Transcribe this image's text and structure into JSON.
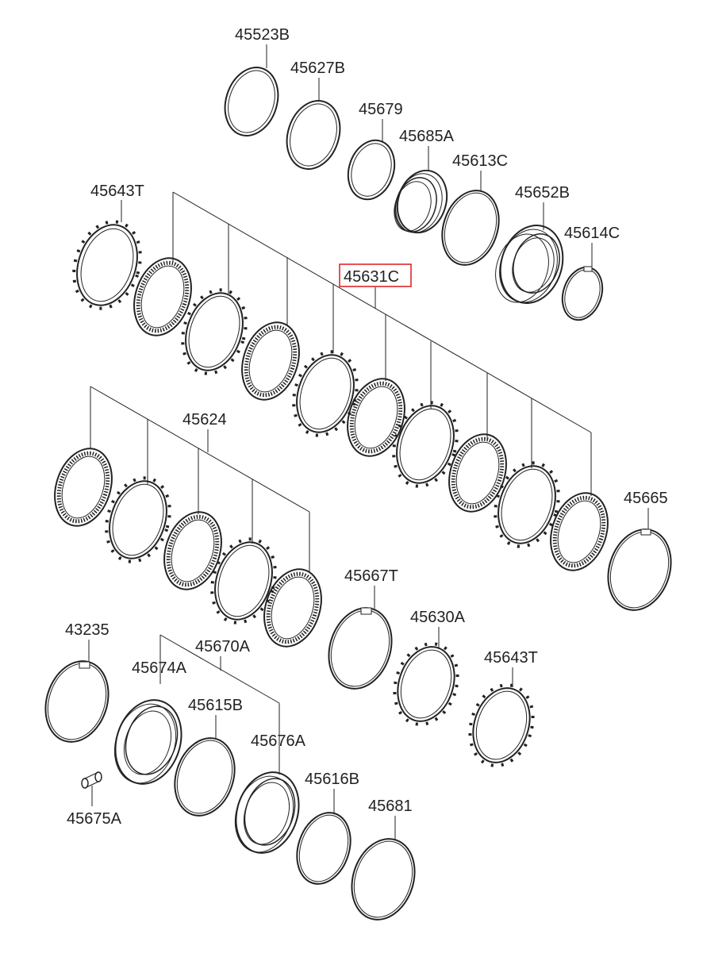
{
  "highlight_color": "#e0262b",
  "line_color": "#222222",
  "labels": {
    "p45523B": "45523B",
    "p45627B": "45627B",
    "p45679": "45679",
    "p45685A": "45685A",
    "p45613C": "45613C",
    "p45652B": "45652B",
    "p45614C": "45614C",
    "p45643T_top": "45643T",
    "p45631C": "45631C",
    "p45624": "45624",
    "p45665": "45665",
    "p45667T": "45667T",
    "p45630A": "45630A",
    "p45643T_bottom": "45643T",
    "p43235": "43235",
    "p45670A": "45670A",
    "p45674A": "45674A",
    "p45615B": "45615B",
    "p45676A": "45676A",
    "p45616B": "45616B",
    "p45681": "45681",
    "p45675A": "45675A"
  },
  "highlighted_part": "45631C"
}
